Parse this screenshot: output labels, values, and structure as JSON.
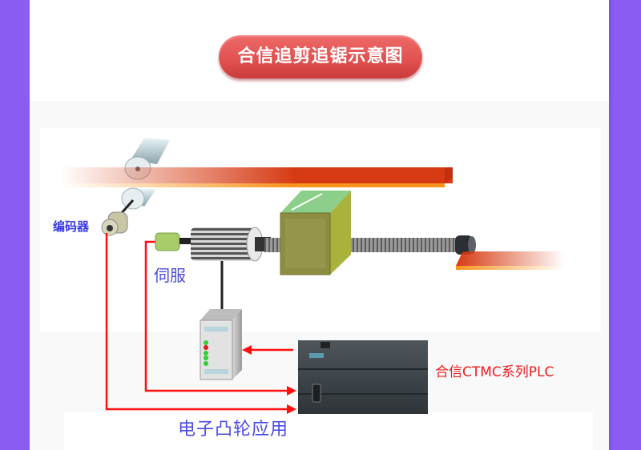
{
  "title": "合信追剪追锯示意图",
  "labels": {
    "encoder": "编码器",
    "servo": "伺服",
    "plc": "合信CTMC系列PLC",
    "electronic_cam": "电子凸轮应用"
  },
  "colors": {
    "background_band": "#8a5cf3",
    "title_pill": "#e0504f",
    "material_strip": "#d63a12",
    "signal_line": "#ff0000",
    "label_blue": "#4a4ae6",
    "label_red": "#ee1c1c"
  },
  "components": [
    {
      "name": "upper-roller"
    },
    {
      "name": "lower-roller"
    },
    {
      "name": "encoder"
    },
    {
      "name": "servo-motor"
    },
    {
      "name": "ball-screw"
    },
    {
      "name": "cutting-carriage"
    },
    {
      "name": "servo-drive"
    },
    {
      "name": "plc"
    }
  ]
}
